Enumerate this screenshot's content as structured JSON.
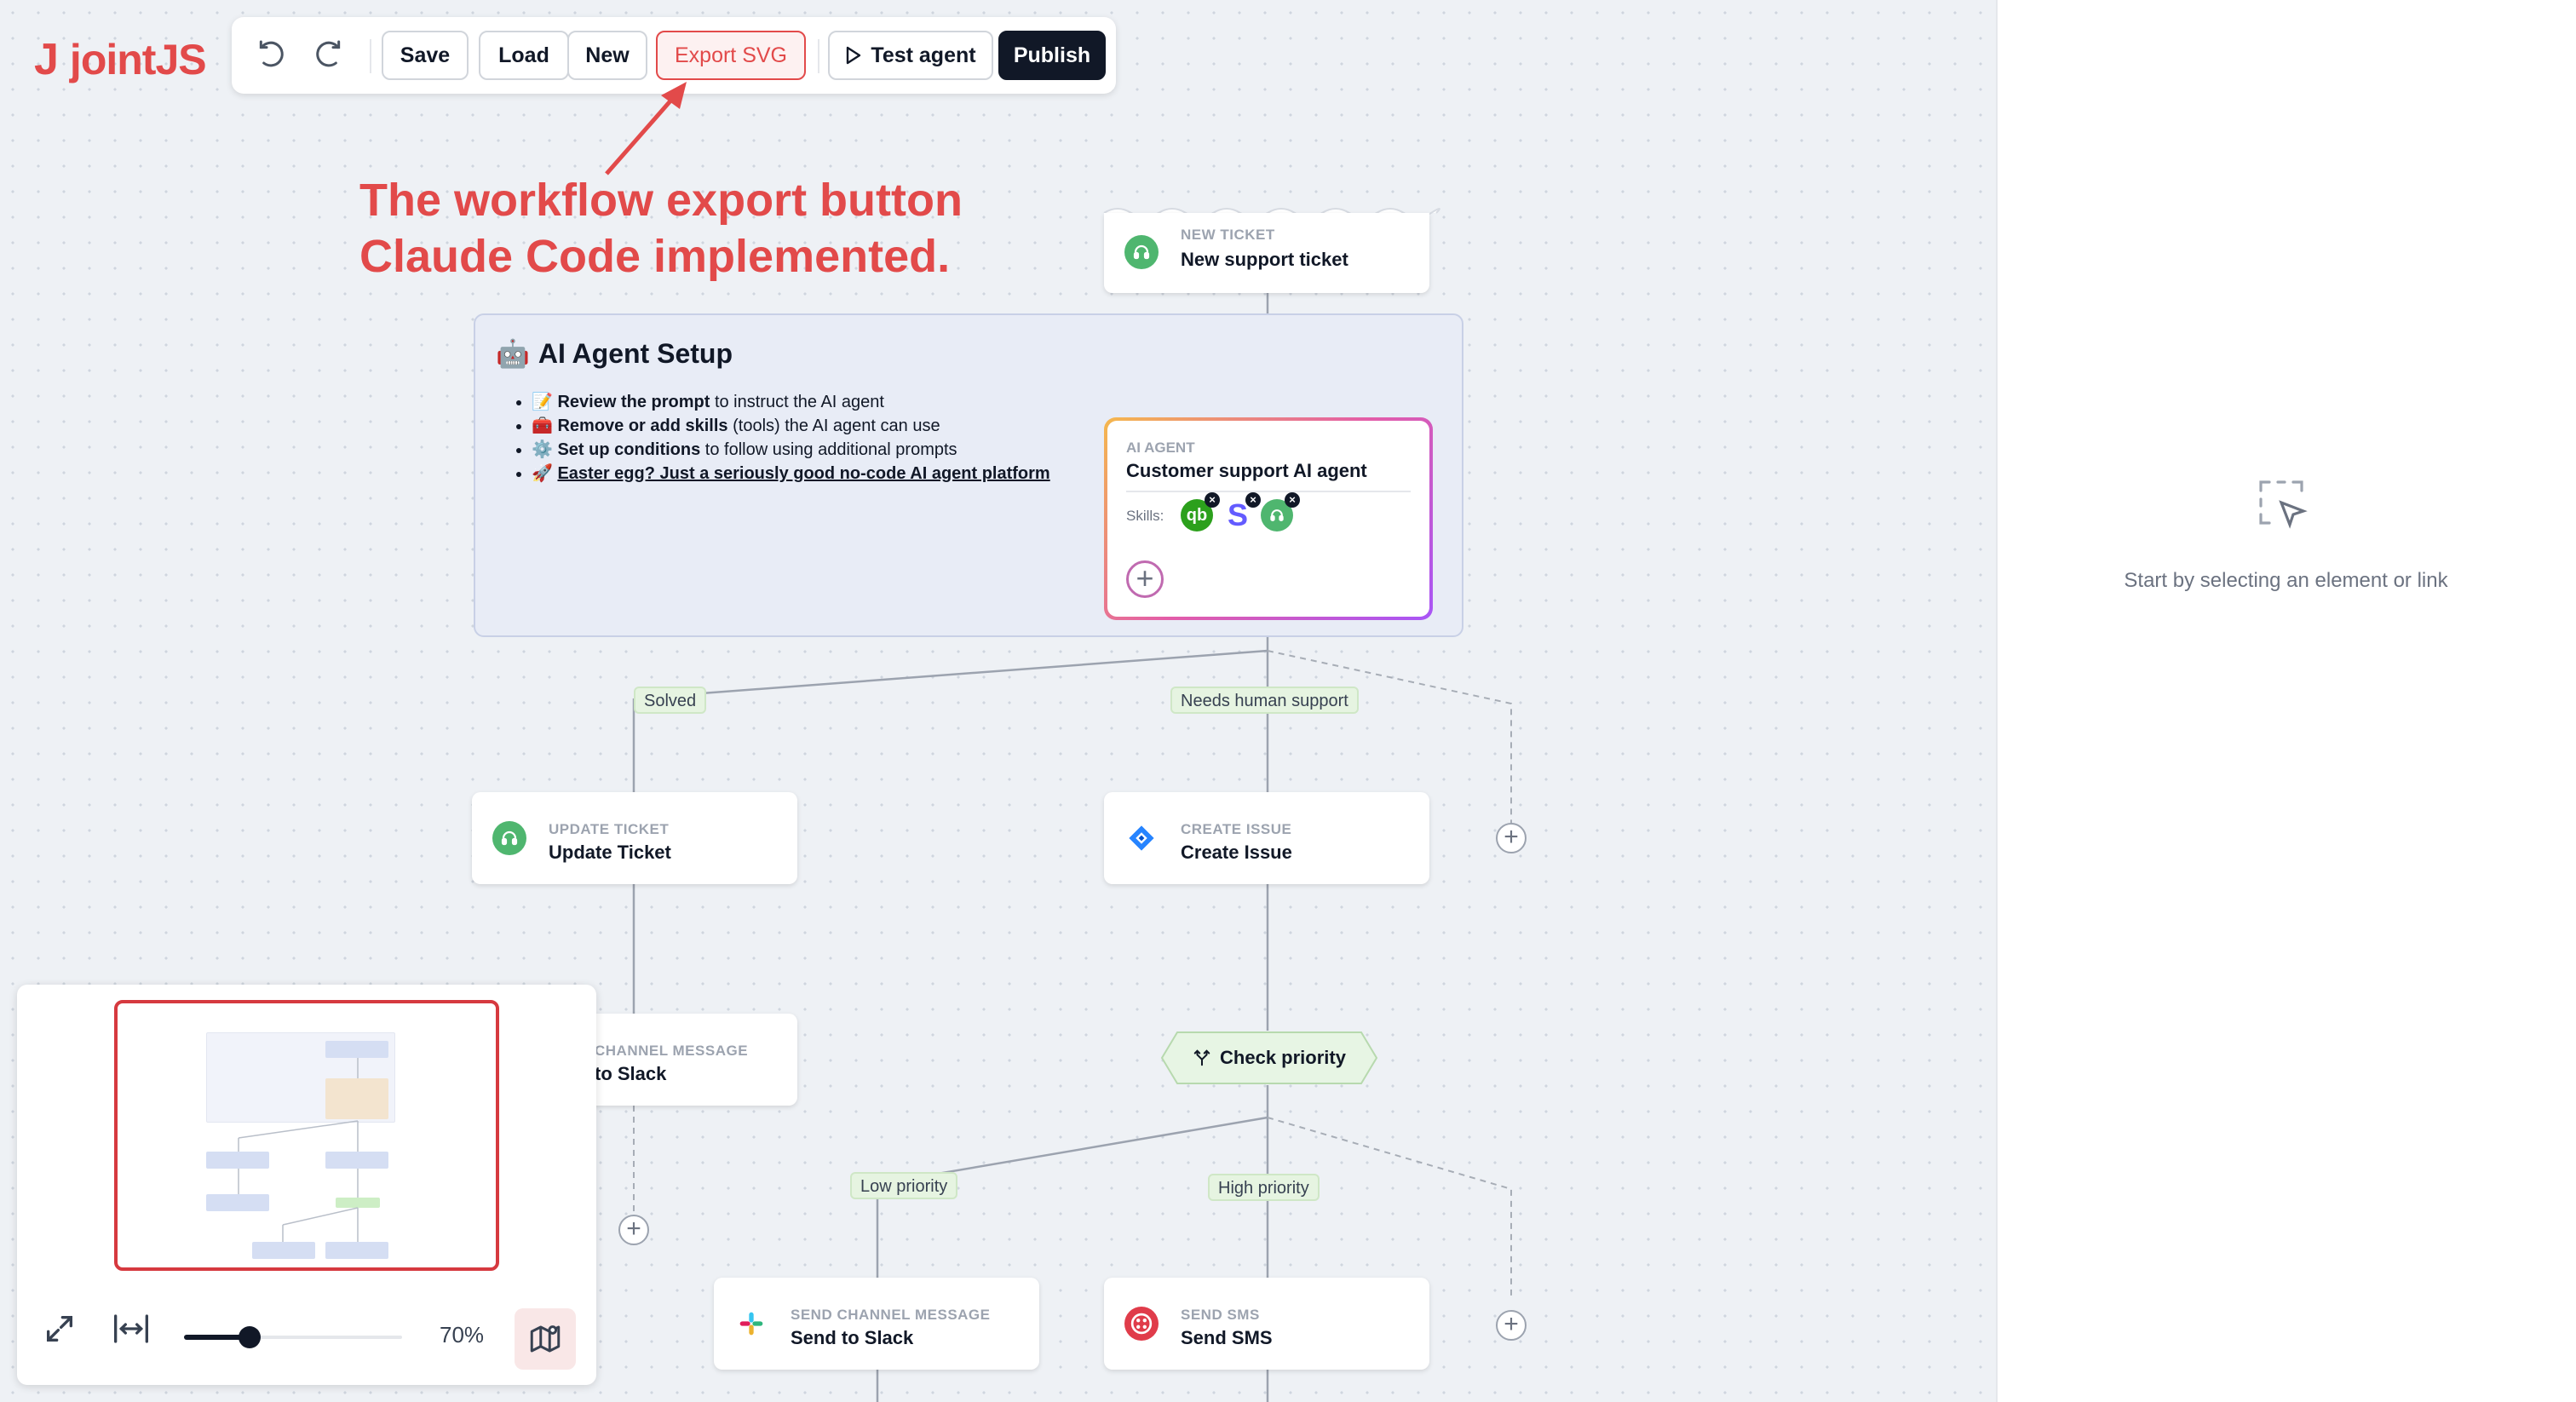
{
  "logo": {
    "mark": "J",
    "text": "jointJS"
  },
  "toolbar": {
    "save": "Save",
    "load": "Load",
    "new": "New",
    "export_svg": "Export SVG",
    "test_agent": "Test agent",
    "publish": "Publish"
  },
  "annotation": {
    "line1": "The workflow export button",
    "line2": "Claude Code implemented."
  },
  "group": {
    "title": "AI Agent Setup",
    "items": [
      {
        "bold": "Review the prompt",
        "rest": " to instruct the AI agent"
      },
      {
        "bold": "Remove or add skills",
        "rest": " (tools) the AI agent can use"
      },
      {
        "bold": "Set up conditions",
        "rest": " to follow using additional prompts"
      },
      {
        "link": "Easter egg? Just a seriously good no-code AI agent platform"
      }
    ]
  },
  "nodes": {
    "new_ticket": {
      "category": "NEW TICKET",
      "name": "New support ticket"
    },
    "ai_agent": {
      "category": "AI AGENT",
      "name": "Customer support AI agent",
      "skills_label": "Skills:"
    },
    "update_ticket": {
      "category": "UPDATE TICKET",
      "name": "Update Ticket"
    },
    "create_issue": {
      "category": "CREATE ISSUE",
      "name": "Create Issue"
    },
    "channel_message": {
      "category": "CHANNEL MESSAGE",
      "name": "to Slack"
    },
    "check_priority": {
      "name": "Check priority"
    },
    "send_channel_message": {
      "category": "SEND CHANNEL MESSAGE",
      "name": "Send to Slack"
    },
    "send_sms": {
      "category": "SEND SMS",
      "name": "Send SMS"
    }
  },
  "links": {
    "solved": "Solved",
    "needs_human": "Needs human support",
    "low_priority": "Low priority",
    "high_priority": "High priority"
  },
  "minimap": {
    "zoom": "70%",
    "zoom_value": 0.7
  },
  "panel": {
    "empty_text": "Start by selecting an element or link"
  },
  "colors": {
    "brand": "#e24a4a",
    "dark": "#111827",
    "canvas": "#eef1f5",
    "label_bg": "#e6f4e1"
  }
}
